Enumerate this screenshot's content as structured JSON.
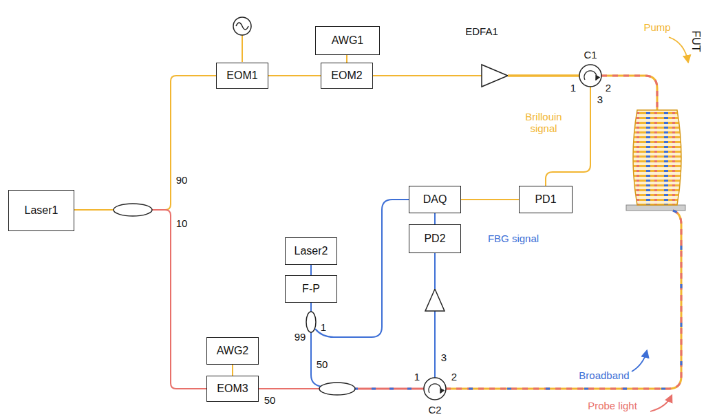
{
  "diagram": {
    "nodes": [
      {
        "text": [
          "Laser1"
        ]
      },
      {
        "text": [
          "EOM1"
        ]
      },
      {
        "text": [
          "AWG1"
        ]
      },
      {
        "text": [
          "EOM2"
        ]
      },
      {
        "text": [
          "DAQ"
        ]
      },
      {
        "text": [
          "PD1"
        ]
      },
      {
        "text": [
          "Laser2"
        ]
      },
      {
        "text": [
          "F-P"
        ]
      },
      {
        "text": [
          "PD2"
        ]
      },
      {
        "text": [
          "AWG2"
        ]
      },
      {
        "text": [
          "EOM3"
        ]
      }
    ],
    "edges": [
      {
        "from": 1,
        "to": 3,
        "arrow": "none"
      },
      {
        "from": 2,
        "to": 3,
        "arrow": "none"
      },
      {
        "from": 5,
        "to": 4,
        "arrow": "none"
      },
      {
        "from": 8,
        "to": 4,
        "arrow": "none"
      },
      {
        "from": 6,
        "to": 7,
        "arrow": "none"
      },
      {
        "from": 9,
        "to": 10,
        "arrow": "none"
      }
    ],
    "labels": [
      "EDFA1",
      "C1",
      "1",
      "2",
      "3",
      "Pump",
      "Brillouin signal",
      "90",
      "10",
      "FBG signal",
      "99",
      "1",
      "50",
      "50",
      "1",
      "2",
      "3",
      "C2",
      "Broadband",
      "Probe light",
      "FUT"
    ]
  }
}
